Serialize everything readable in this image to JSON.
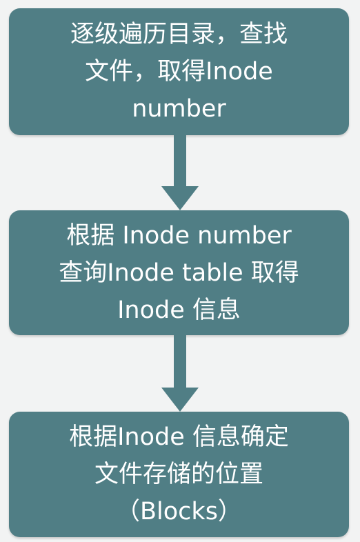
{
  "colors": {
    "background": "#f2f3f3",
    "box": "#507e85",
    "arrow": "#507e85",
    "text": "#ffffff"
  },
  "steps": [
    {
      "text": "逐级遍历目录，查找\n文件，取得Inode\nnumber"
    },
    {
      "text": "根据 Inode number\n查询Inode table 取得\nInode 信息"
    },
    {
      "text": "根据Inode 信息确定\n文件存储的位置\n（Blocks）"
    }
  ],
  "connectors": [
    {
      "icon": "arrow-down-icon"
    },
    {
      "icon": "arrow-down-icon"
    }
  ]
}
